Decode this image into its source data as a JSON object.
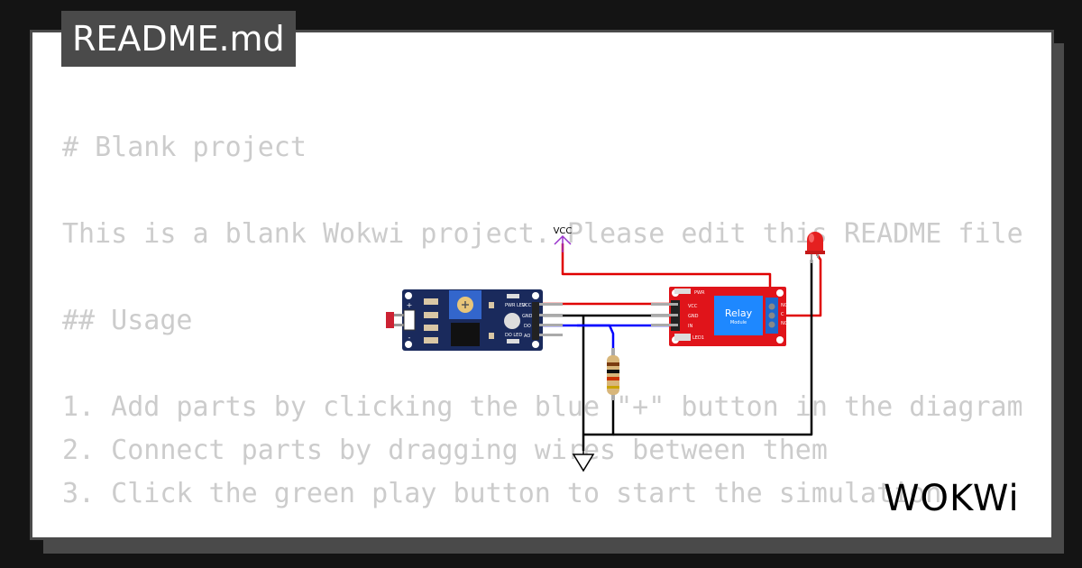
{
  "tab": {
    "title": "README.md"
  },
  "readme": {
    "lines": [
      "# Blank project",
      "",
      "This is a blank Wokwi project. Please edit this README file",
      "",
      "## Usage",
      "",
      "1. Add parts by clicking the blue \"+\" button in the diagram",
      "2. Connect parts by dragging wires between them",
      "3. Click the green play button to start the simulation"
    ]
  },
  "diagram": {
    "vcc_label": "VCC",
    "sensor": {
      "pins": [
        "VCC",
        "GND",
        "DO",
        "AO"
      ],
      "plus_label": "+",
      "minus_label": "-",
      "pwr_led_label": "PWR LED",
      "do_led_label": "DO LED"
    },
    "relay": {
      "title": "Relay",
      "subtitle": "Module",
      "pwr_label": "PWR",
      "led_label": "LED1",
      "pins": [
        "VCC",
        "GND",
        "IN"
      ],
      "terminals": [
        "NC",
        "C",
        "NO"
      ]
    },
    "colors": {
      "wire_red": "#e00000",
      "wire_black": "#000000",
      "wire_blue": "#0000ff",
      "vcc_symbol": "#9933cc",
      "board_blue": "#1a2a5c",
      "relay_red": "#e0141a"
    }
  },
  "logo": {
    "text": "WOKWi"
  }
}
